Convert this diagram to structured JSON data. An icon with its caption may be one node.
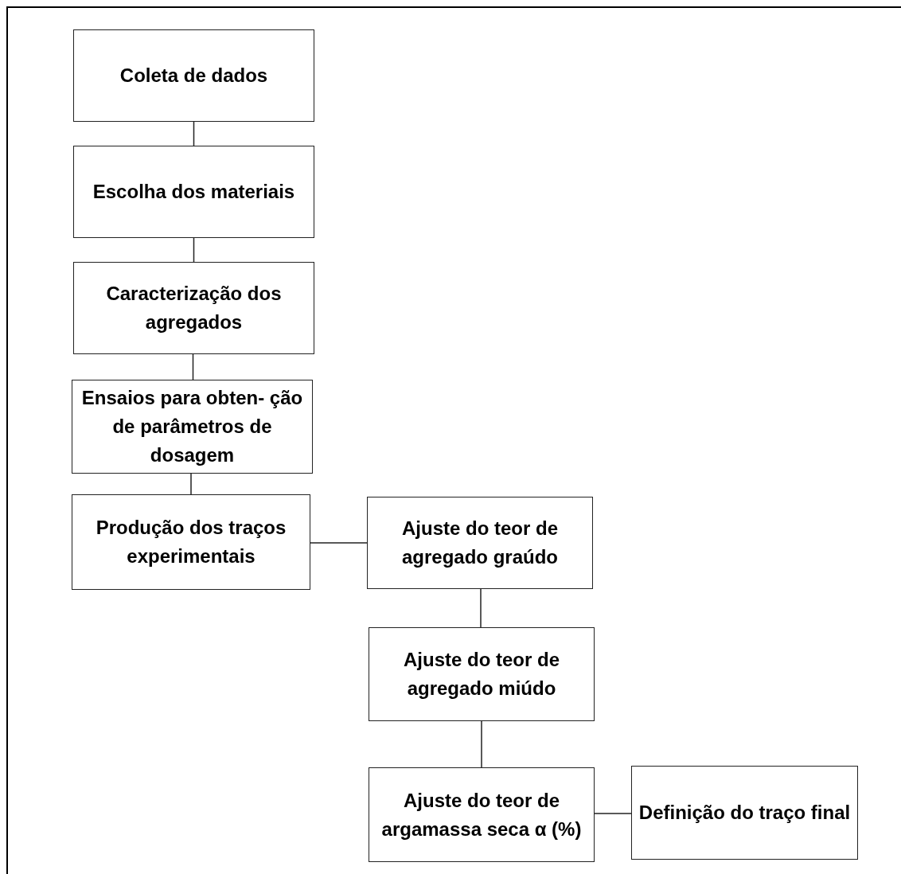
{
  "diagram": {
    "nodes": [
      {
        "text": [
          "Coleta de dados"
        ]
      },
      {
        "text": [
          "Escolha dos materiais"
        ]
      },
      {
        "text": [
          "Caracterização dos agregados"
        ]
      },
      {
        "text": [
          "Ensaios para obten- ção de parâmetros de dosagem"
        ]
      },
      {
        "text": [
          "Produção dos traços experimentais"
        ]
      },
      {
        "text": [
          "Ajuste do teor de agregado graúdo"
        ]
      },
      {
        "text": [
          "Ajuste do teor de agregado miúdo"
        ]
      },
      {
        "text": [
          "Ajuste do teor de argamassa seca α (%)"
        ]
      },
      {
        "text": [
          "Definição do traço final"
        ]
      }
    ],
    "edges": [
      {
        "from": 0,
        "to": 1,
        "arrow": "none"
      },
      {
        "from": 1,
        "to": 2,
        "arrow": "none"
      },
      {
        "from": 2,
        "to": 3,
        "arrow": "none"
      },
      {
        "from": 3,
        "to": 4,
        "arrow": "none"
      },
      {
        "from": 4,
        "to": 5,
        "arrow": "none"
      },
      {
        "from": 5,
        "to": 6,
        "arrow": "none"
      },
      {
        "from": 6,
        "to": 7,
        "arrow": "none"
      },
      {
        "from": 7,
        "to": 8,
        "arrow": "none"
      }
    ]
  }
}
